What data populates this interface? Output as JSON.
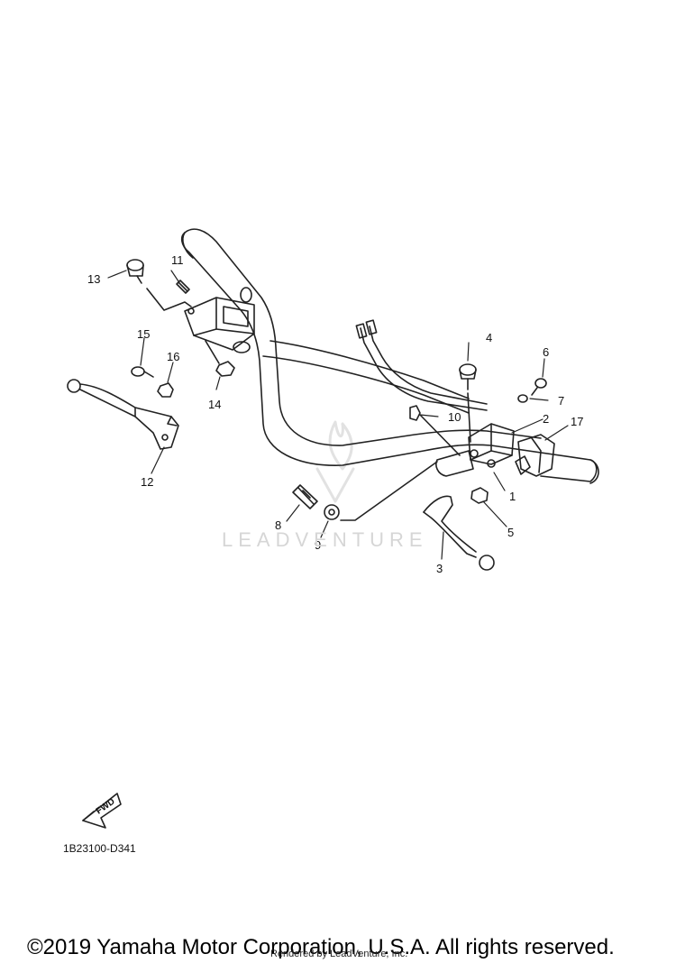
{
  "diagram": {
    "callouts": [
      {
        "id": "p1",
        "label": "1"
      },
      {
        "id": "p2",
        "label": "2"
      },
      {
        "id": "p3",
        "label": "3"
      },
      {
        "id": "p4",
        "label": "4"
      },
      {
        "id": "p5",
        "label": "5"
      },
      {
        "id": "p6",
        "label": "6"
      },
      {
        "id": "p7",
        "label": "7"
      },
      {
        "id": "p8",
        "label": "8"
      },
      {
        "id": "p9",
        "label": "9"
      },
      {
        "id": "p10",
        "label": "10"
      },
      {
        "id": "p11",
        "label": "11"
      },
      {
        "id": "p12",
        "label": "12"
      },
      {
        "id": "p13",
        "label": "13"
      },
      {
        "id": "p14",
        "label": "14"
      },
      {
        "id": "p15",
        "label": "15"
      },
      {
        "id": "p16",
        "label": "16"
      },
      {
        "id": "p17",
        "label": "17"
      }
    ],
    "fwd_label": "FWD",
    "diagram_code": "1B23100-D341",
    "watermark": "LEADVENTURE"
  },
  "footer": {
    "copyright": "©2019 Yamaha Motor Corporation, U.S.A. All rights reserved.",
    "rendered_by": "Rendered by LeadVenture, Inc."
  }
}
